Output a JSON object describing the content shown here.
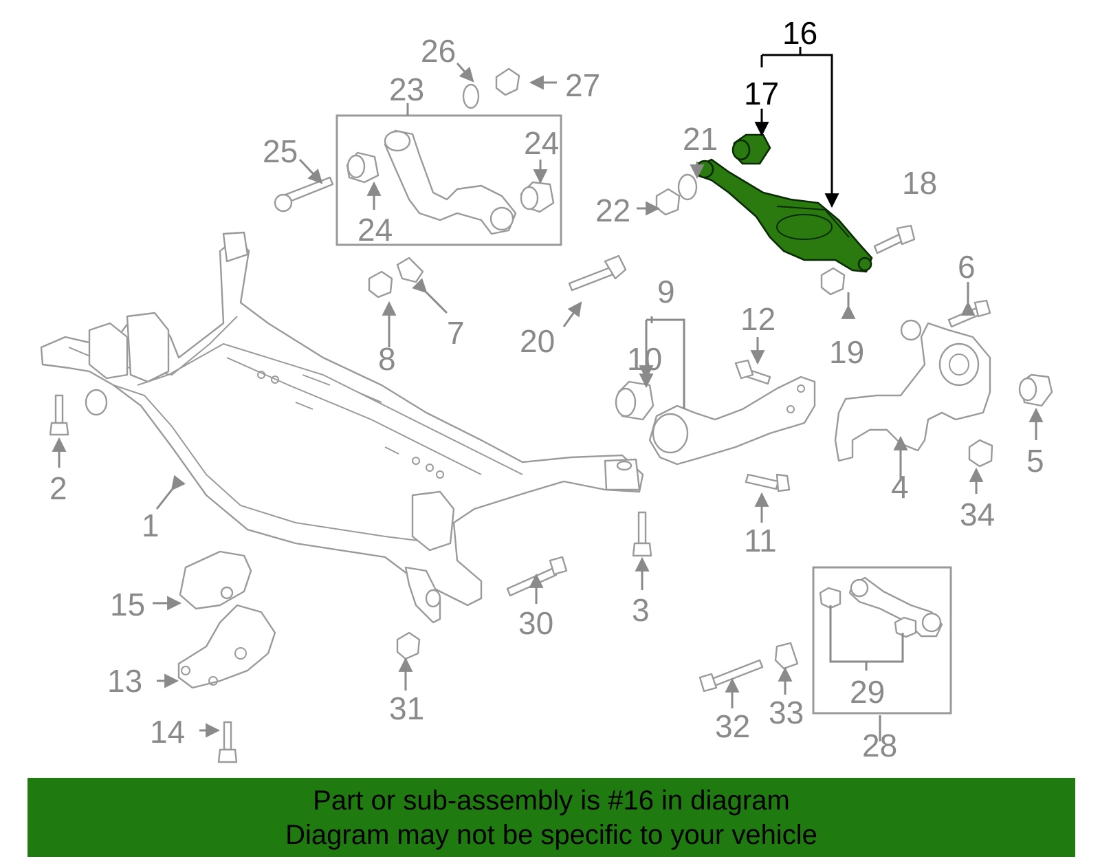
{
  "colors": {
    "highlight_part": "#2a7a10",
    "banner_background": "#1f7a10",
    "part_outline": "#9a9a9a",
    "callout_grey": "#8a8a8a",
    "callout_black": "#000000"
  },
  "callouts": {
    "c1": "1",
    "c2": "2",
    "c3": "3",
    "c4": "4",
    "c5": "5",
    "c6": "6",
    "c7": "7",
    "c8": "8",
    "c9": "9",
    "c10": "10",
    "c11": "11",
    "c12": "12",
    "c13": "13",
    "c14": "14",
    "c15": "15",
    "c16": "16",
    "c17": "17",
    "c18": "18",
    "c19": "19",
    "c20": "20",
    "c21": "21",
    "c22": "22",
    "c23": "23",
    "c24a": "24",
    "c24b": "24",
    "c25": "25",
    "c26": "26",
    "c27": "27",
    "c28": "28",
    "c29": "29",
    "c30": "30",
    "c31": "31",
    "c32": "32",
    "c33": "33",
    "c34": "34"
  },
  "highlighted_part": "16",
  "banner": {
    "line1": "Part or sub-assembly is #16 in diagram",
    "line2": "Diagram may not be specific to your vehicle"
  }
}
